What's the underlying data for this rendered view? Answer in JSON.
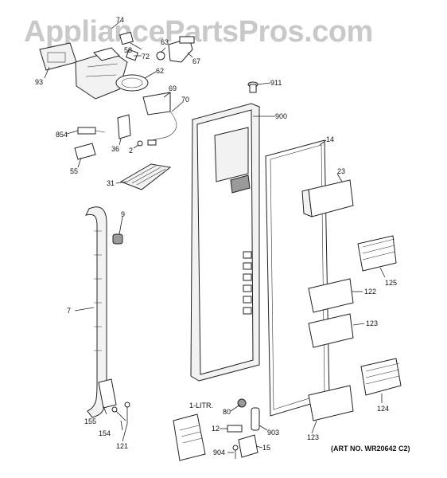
{
  "watermark": "AppliancePartsPros.com",
  "art_number": "(ART NO. WR20642 C2)",
  "manual_label": "1-LITR.",
  "callouts": [
    {
      "id": "74",
      "text": "74"
    },
    {
      "id": "58",
      "text": "58"
    },
    {
      "id": "93",
      "text": "93"
    },
    {
      "id": "72",
      "text": "72"
    },
    {
      "id": "63",
      "text": "63"
    },
    {
      "id": "67",
      "text": "67"
    },
    {
      "id": "62",
      "text": "62"
    },
    {
      "id": "69",
      "text": "69"
    },
    {
      "id": "70",
      "text": "70"
    },
    {
      "id": "911",
      "text": "911"
    },
    {
      "id": "900",
      "text": "900"
    },
    {
      "id": "854",
      "text": "854"
    },
    {
      "id": "36",
      "text": "36"
    },
    {
      "id": "2",
      "text": "2"
    },
    {
      "id": "55",
      "text": "55"
    },
    {
      "id": "14",
      "text": "14"
    },
    {
      "id": "23",
      "text": "23"
    },
    {
      "id": "31",
      "text": "31"
    },
    {
      "id": "9",
      "text": "9"
    },
    {
      "id": "125",
      "text": "125"
    },
    {
      "id": "122",
      "text": "122"
    },
    {
      "id": "7",
      "text": "7"
    },
    {
      "id": "123a",
      "text": "123"
    },
    {
      "id": "124",
      "text": "124"
    },
    {
      "id": "80",
      "text": "80"
    },
    {
      "id": "155",
      "text": "155"
    },
    {
      "id": "154",
      "text": "154"
    },
    {
      "id": "121",
      "text": "121"
    },
    {
      "id": "12",
      "text": "12"
    },
    {
      "id": "903",
      "text": "903"
    },
    {
      "id": "123b",
      "text": "123"
    },
    {
      "id": "904",
      "text": "904"
    },
    {
      "id": "15",
      "text": "15"
    }
  ]
}
